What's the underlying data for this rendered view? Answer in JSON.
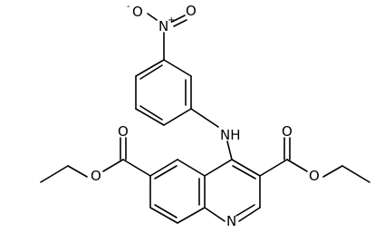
{
  "molecule": {
    "atoms": {
      "nitro_O_minus": "O",
      "nitro_O_minus_charge": "-",
      "nitro_N": "N",
      "nitro_N_charge": "+",
      "nitro_O": "O",
      "amine": "NH",
      "ester_left_O_carbonyl": "O",
      "ester_left_O_ether": "O",
      "ester_right_O_carbonyl": "O",
      "ester_right_O_ether": "O",
      "ring_N": "N"
    }
  }
}
